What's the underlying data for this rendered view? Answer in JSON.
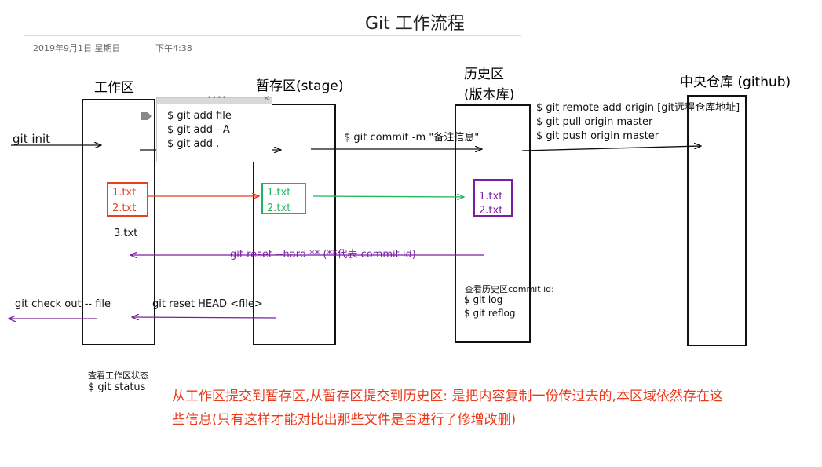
{
  "title": "Git 工作流程",
  "date": "2019年9月1日  星期日",
  "time": "下午4:38",
  "areas": {
    "work": "工作区",
    "stage": "暂存区(stage)",
    "history_line1": "历史区",
    "history_line2": "(版本库)",
    "remote": "中央仓库 (github)"
  },
  "init": "git init",
  "add_cmds": [
    "$ git add file",
    "$ git add  - A",
    "$ git add ."
  ],
  "commit_cmd": "$ git commit -m \"备注信息\"",
  "remote_cmds": [
    "$ git remote add origin [git远程仓库地址]",
    "$ git pull origin master",
    "$ git push origin master"
  ],
  "work_files": [
    "1.txt",
    "2.txt"
  ],
  "work_extra": "3.txt",
  "stage_files": [
    "1.txt",
    "2.txt"
  ],
  "history_files": [
    "1.txt",
    "2.txt"
  ],
  "reset_hard": "git reset --hard **  (**代表 commit id)",
  "checkout": "git check out -- file",
  "reset_head": "git reset HEAD <file>",
  "history_view": {
    "label": "查看历史区",
    "suffix": "commit id:",
    "cmds": [
      "$ git log",
      "$ git reflog"
    ]
  },
  "status_view": {
    "label": "查看工作区状态",
    "cmd": "$ git status"
  },
  "note_lines": [
    "从工作区提交到暂存区,从暂存区提交到历史区: 是把内容复制一份传过去的,本区域依然存在这",
    "些信息(只有这样才能对比出那些文件是否进行了修增改删)"
  ],
  "colors": {
    "red": "#e8401c",
    "green": "#1fb55a",
    "purple": "#7a1fa2",
    "note": "#ea3b1e"
  }
}
